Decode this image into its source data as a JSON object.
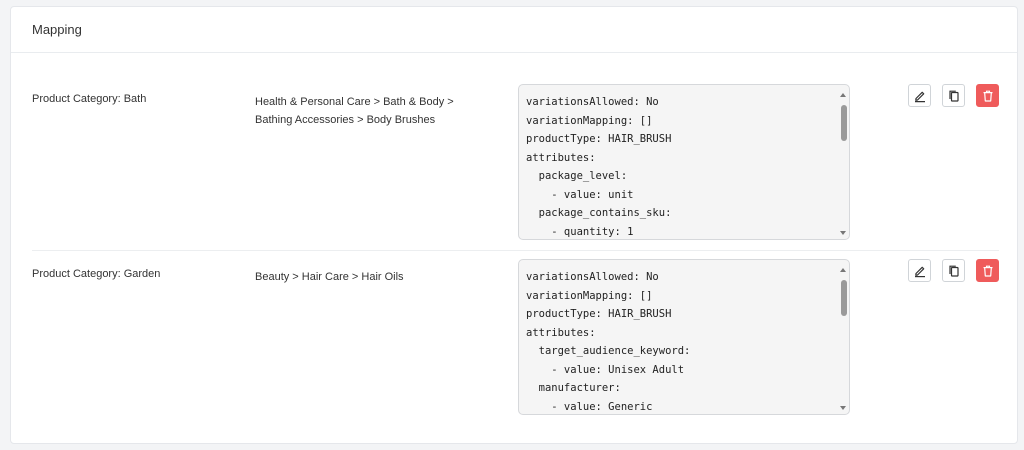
{
  "card": {
    "title": "Mapping"
  },
  "rows": [
    {
      "category": "Product Category: Bath",
      "mapping": "Health & Personal Care > Bath & Body > Bathing Accessories > Body Brushes",
      "code": "variationsAllowed: No\nvariationMapping: []\nproductType: HAIR_BRUSH\nattributes:\n  package_level:\n    - value: unit\n  package_contains_sku:\n    - quantity: 1"
    },
    {
      "category": "Product Category: Garden",
      "mapping": "Beauty > Hair Care > Hair Oils",
      "code": "variationsAllowed: No\nvariationMapping: []\nproductType: HAIR_BRUSH\nattributes:\n  target_audience_keyword:\n    - value: Unisex Adult\n  manufacturer:\n    - value: Generic"
    }
  ],
  "icons": {
    "edit": "pencil-icon",
    "copy": "copy-icon",
    "delete": "trash-icon"
  },
  "colors": {
    "delete_button": "#ef5b5b"
  }
}
